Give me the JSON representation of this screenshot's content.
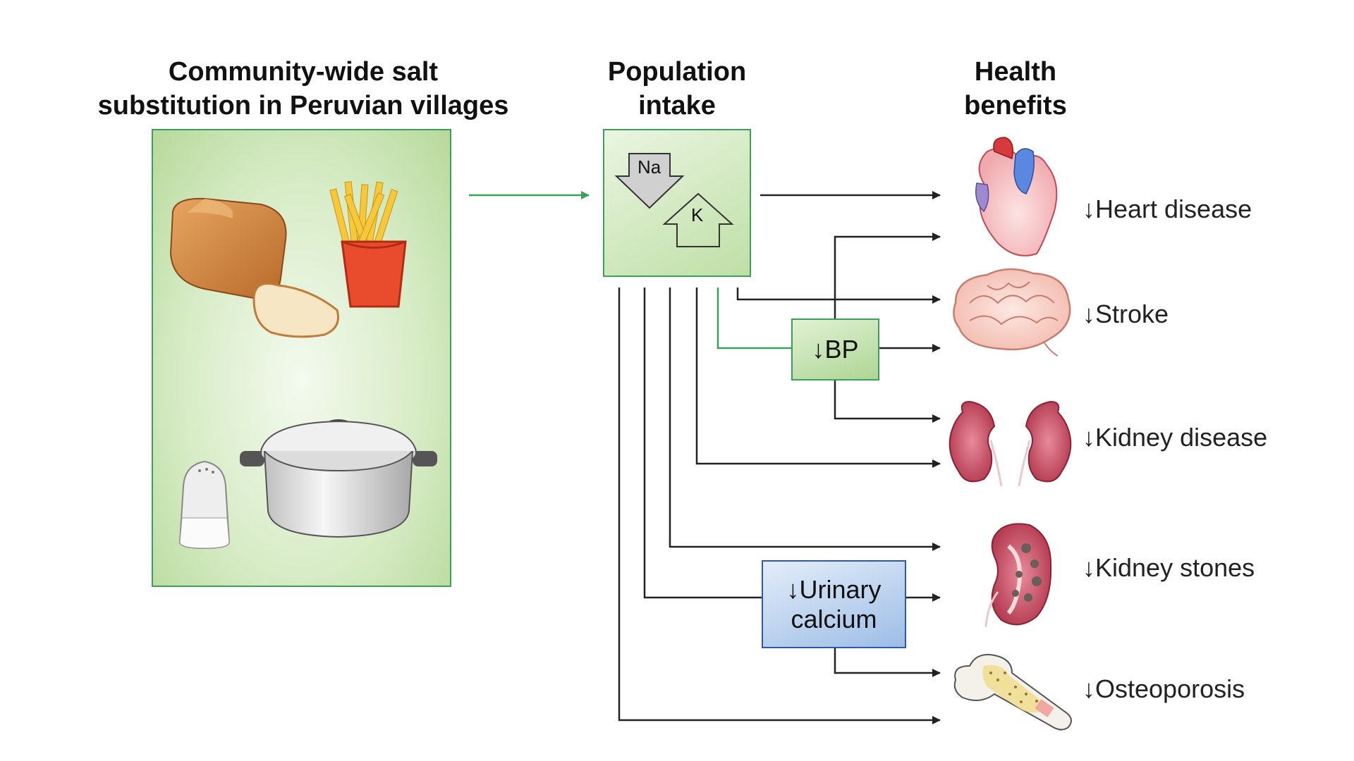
{
  "headings": {
    "intervention": "Community-wide salt\nsubstitution in Peruvian villages",
    "intake": "Population\nintake",
    "benefits": "Health\nbenefits"
  },
  "ions": {
    "sodium": "Na",
    "potassium": "K"
  },
  "mediators": {
    "bp": "↓BP",
    "urinary_calcium": "↓Urinary\ncalcium"
  },
  "outcomes": {
    "heart": "↓Heart disease",
    "stroke": "↓Stroke",
    "kidney_disease": "↓Kidney disease",
    "kidney_stones": "↓Kidney stones",
    "osteoporosis": "↓Osteoporosis"
  },
  "colors": {
    "green_accent": "#3aa15a",
    "blue_accent": "#2d5aa6",
    "arrow": "#222222"
  },
  "icons": [
    "bread-icon",
    "fries-icon",
    "salt-shaker-icon",
    "cooking-pot-icon",
    "heart-icon",
    "brain-icon",
    "kidneys-icon",
    "kidney-stone-icon",
    "bone-icon"
  ]
}
